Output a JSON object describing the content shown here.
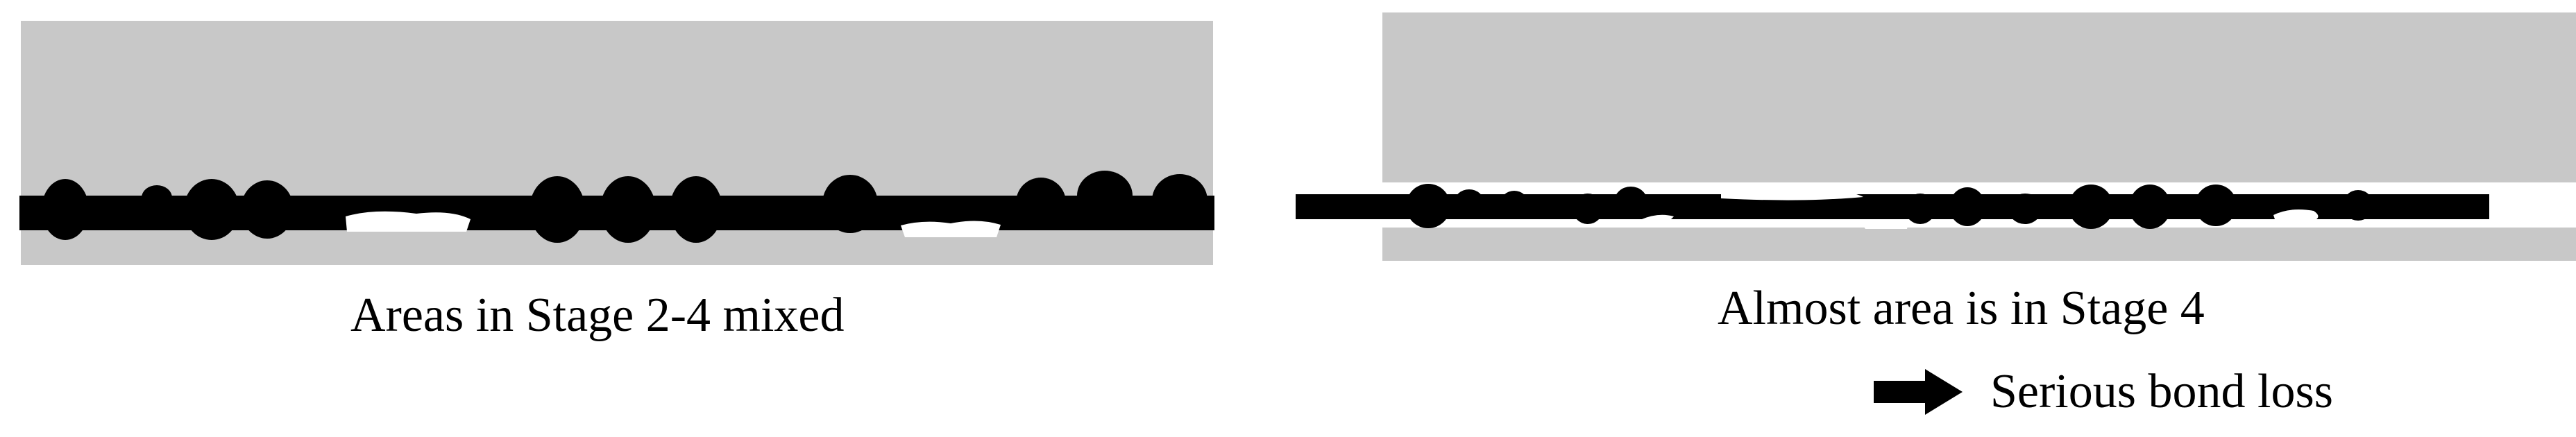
{
  "colors": {
    "concrete": "#c8c8c8",
    "rebar": "#000000",
    "void": "#ffffff",
    "text": "#000000"
  },
  "left_panel": {
    "caption": "Areas in Stage 2-4 mixed"
  },
  "right_panel": {
    "caption": "Almost area is in Stage 4",
    "result_icon": "right-arrow-icon",
    "result_text": "Serious bond loss"
  }
}
